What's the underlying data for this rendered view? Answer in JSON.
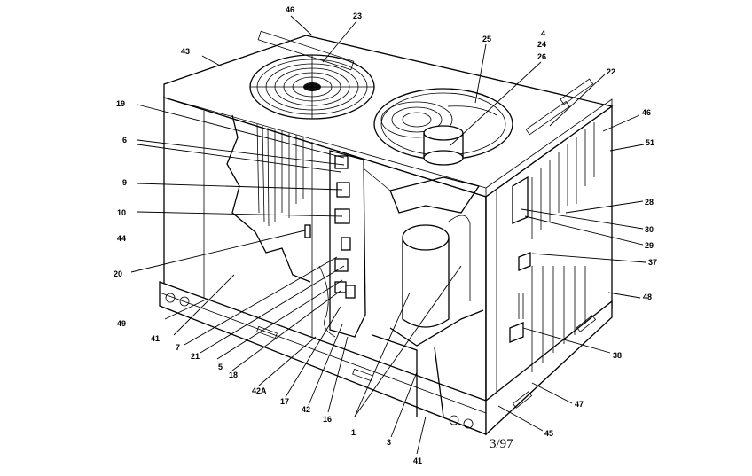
{
  "diagram": {
    "date_code": "3/97",
    "callouts": [
      {
        "id": "46a",
        "label": "46"
      },
      {
        "id": "23",
        "label": "23"
      },
      {
        "id": "43",
        "label": "43"
      },
      {
        "id": "25",
        "label": "25"
      },
      {
        "id": "4",
        "label": "4"
      },
      {
        "id": "24",
        "label": "24"
      },
      {
        "id": "26",
        "label": "26"
      },
      {
        "id": "22",
        "label": "22"
      },
      {
        "id": "19",
        "label": "19"
      },
      {
        "id": "46b",
        "label": "46"
      },
      {
        "id": "6",
        "label": "6"
      },
      {
        "id": "51",
        "label": "51"
      },
      {
        "id": "9",
        "label": "9"
      },
      {
        "id": "28",
        "label": "28"
      },
      {
        "id": "10",
        "label": "10"
      },
      {
        "id": "30",
        "label": "30"
      },
      {
        "id": "44",
        "label": "44"
      },
      {
        "id": "29",
        "label": "29"
      },
      {
        "id": "20",
        "label": "20"
      },
      {
        "id": "37",
        "label": "37"
      },
      {
        "id": "48",
        "label": "48"
      },
      {
        "id": "49",
        "label": "49"
      },
      {
        "id": "41a",
        "label": "41"
      },
      {
        "id": "7",
        "label": "7"
      },
      {
        "id": "21",
        "label": "21"
      },
      {
        "id": "5",
        "label": "5"
      },
      {
        "id": "18",
        "label": "18"
      },
      {
        "id": "38",
        "label": "38"
      },
      {
        "id": "42A",
        "label": "42A"
      },
      {
        "id": "17",
        "label": "17"
      },
      {
        "id": "42",
        "label": "42"
      },
      {
        "id": "16",
        "label": "16"
      },
      {
        "id": "47",
        "label": "47"
      },
      {
        "id": "1",
        "label": "1"
      },
      {
        "id": "45",
        "label": "45"
      },
      {
        "id": "3",
        "label": "3"
      },
      {
        "id": "41b",
        "label": "41"
      }
    ]
  }
}
